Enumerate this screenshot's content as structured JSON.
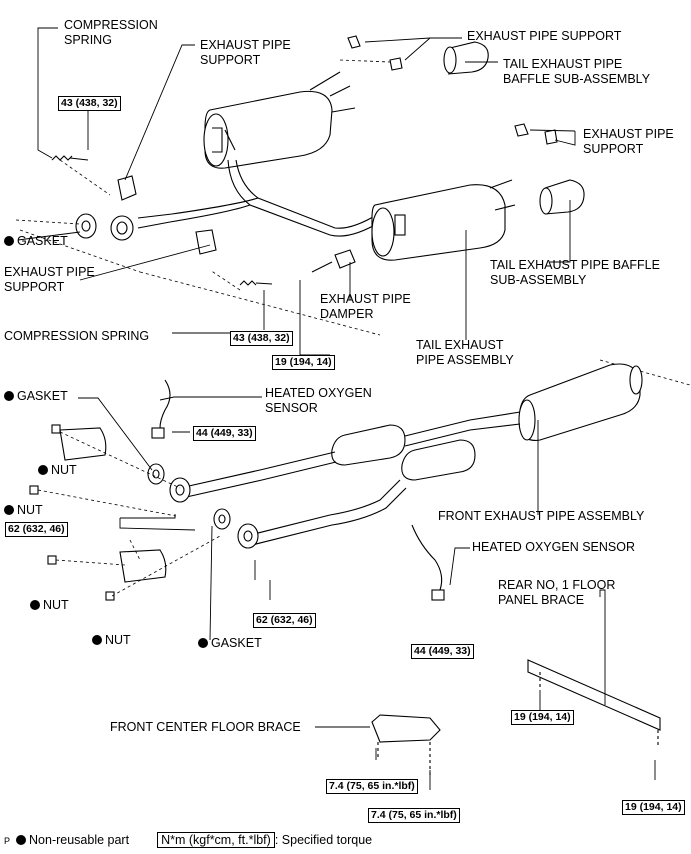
{
  "labels": {
    "compression_spring_top": "COMPRESSION\nSPRING",
    "exhaust_pipe_support_left_top": "EXHAUST PIPE\nSUPPORT",
    "exhaust_pipe_support_top_right": "EXHAUST PIPE SUPPORT",
    "tail_baffle_top": "TAIL EXHAUST PIPE\nBAFFLE SUB-ASSEMBLY",
    "exhaust_pipe_support_right": "EXHAUST PIPE\nSUPPORT",
    "gasket_upper": "GASKET",
    "exhaust_pipe_support_left_mid": "EXHAUST PIPE\nSUPPORT",
    "tail_baffle_mid": "TAIL EXHAUST PIPE BAFFLE\nSUB-ASSEMBLY",
    "exhaust_pipe_damper": "EXHAUST PIPE\nDAMPER",
    "compression_spring_mid": "COMPRESSION SPRING",
    "tail_pipe_assembly": "TAIL EXHAUST\nPIPE ASSEMBLY",
    "gasket_left": "GASKET",
    "heated_o2_upper": "HEATED OXYGEN\nSENSOR",
    "nut_1": "NUT",
    "nut_2": "NUT",
    "front_pipe_assembly": "FRONT EXHAUST PIPE ASSEMBLY",
    "heated_o2_lower": "HEATED OXYGEN SENSOR",
    "rear_floor_brace": "REAR NO, 1 FLOOR\nPANEL BRACE",
    "nut_3": "NUT",
    "nut_4": "NUT",
    "gasket_lower": "GASKET",
    "front_center_brace": "FRONT CENTER FLOOR BRACE"
  },
  "torques": {
    "t1": "43 (438, 32)",
    "t2": "43 (438, 32)",
    "t3": "19 (194, 14)",
    "t4": "44 (449, 33)",
    "t5": "62 (632, 46)",
    "t6": "62 (632, 46)",
    "t7": "44 (449, 33)",
    "t8": "19 (194, 14)",
    "t9": "7.4 (75, 65 in.*lbf)",
    "t10": "7.4 (75, 65 in.*lbf)",
    "t11": "19 (194, 14)"
  },
  "legend": {
    "marker": "P",
    "nonreusable": "Non-reusable part",
    "torque_units": "N*m (kgf*cm, ft.*lbf)",
    "torque_desc": ": Specified torque"
  }
}
